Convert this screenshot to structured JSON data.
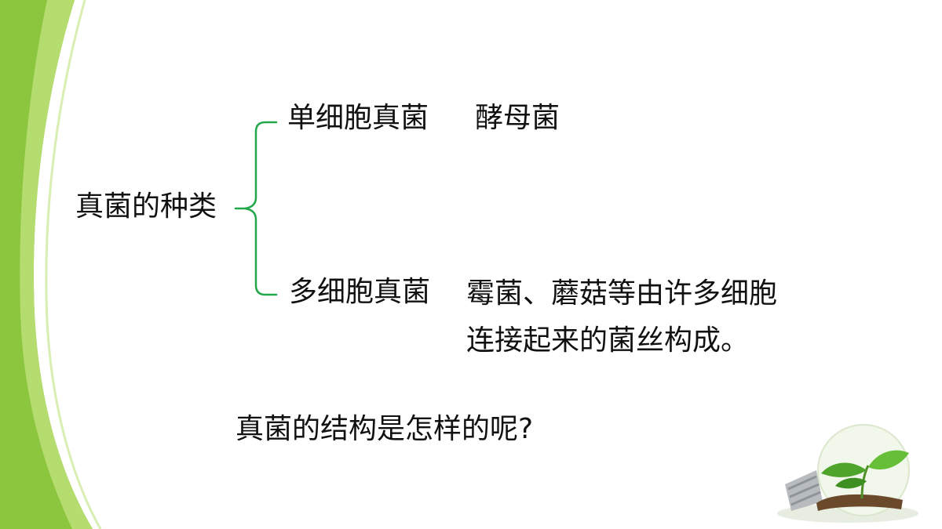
{
  "slide": {
    "main_topic": "真菌的种类",
    "branches": [
      {
        "label": "单细胞真菌",
        "description_lines": [
          "酵母菌"
        ]
      },
      {
        "label": "多细胞真菌",
        "description_lines": [
          "霉菌、蘑菇等由许多细胞",
          "连接起来的菌丝构成。"
        ]
      }
    ],
    "question": "真菌的结构是怎样的呢?"
  },
  "colors": {
    "accent_green": "#8cc63f",
    "bracket_green": "#22a84a",
    "text": "#111111"
  }
}
